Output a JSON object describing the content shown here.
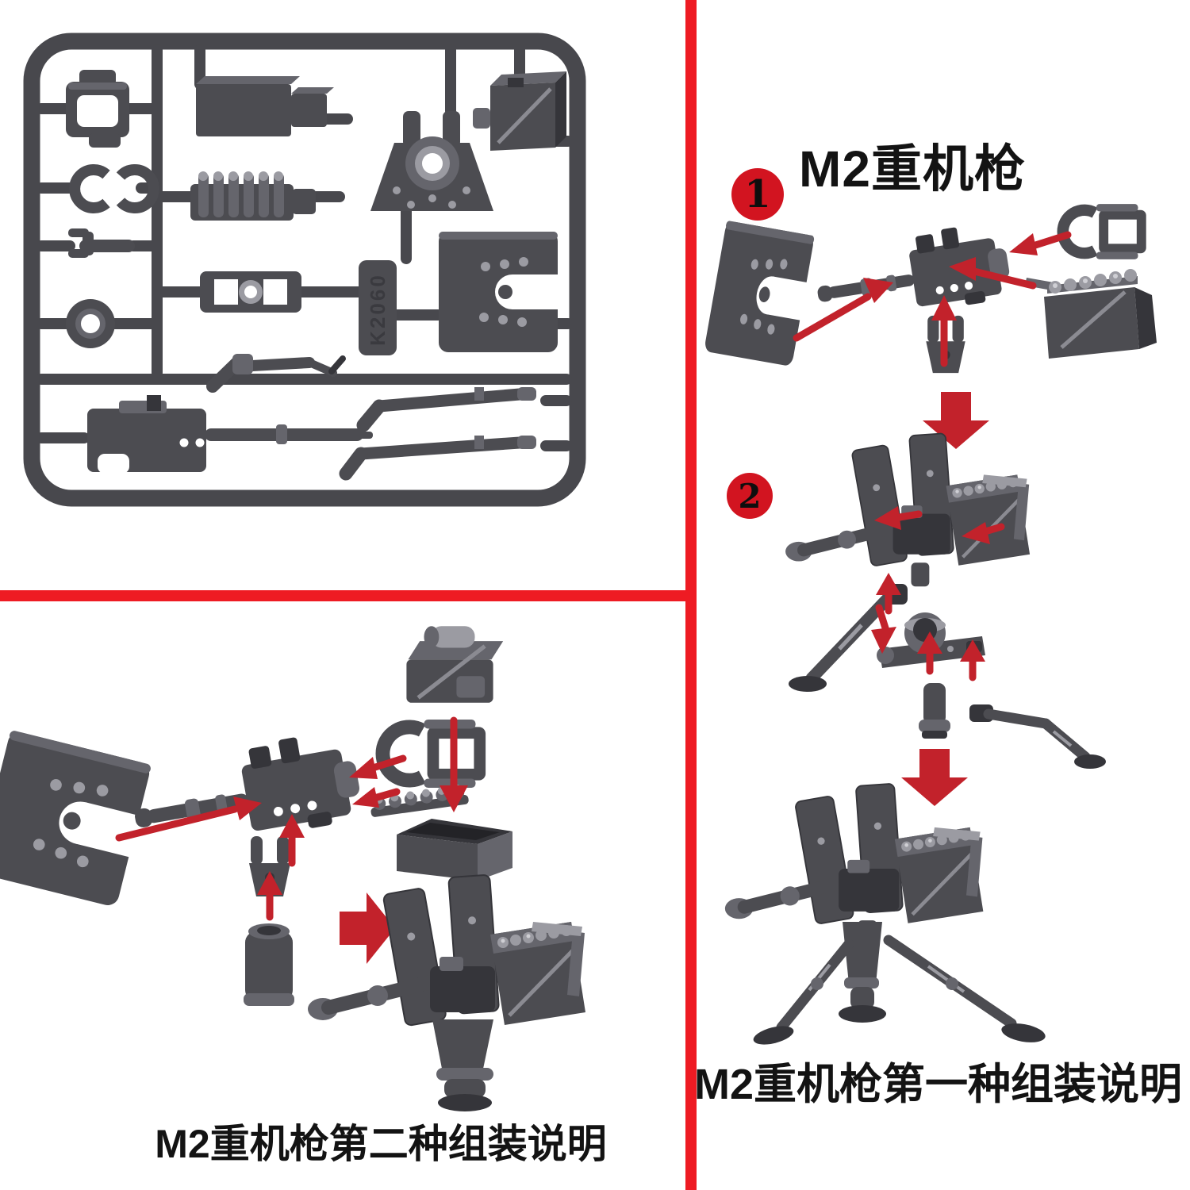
{
  "page": {
    "background": "#ffffff"
  },
  "palette": {
    "divider_red": "#ee1b23",
    "arrow_red": "#c2222b",
    "badge_red": "#d21420",
    "part_base": "#4c4c51",
    "part_dark": "#35353a",
    "part_mid": "#65656c",
    "part_light": "#9b9ba2",
    "text_black": "#131313"
  },
  "sprue": {
    "embossed_label": "K2060"
  },
  "right_panel": {
    "title": "M2重机枪",
    "step_badges": [
      "1",
      "2"
    ],
    "caption": "M2重机枪第一种组装说明"
  },
  "left_panel": {
    "caption": "M2重机枪第二种组装说明"
  }
}
